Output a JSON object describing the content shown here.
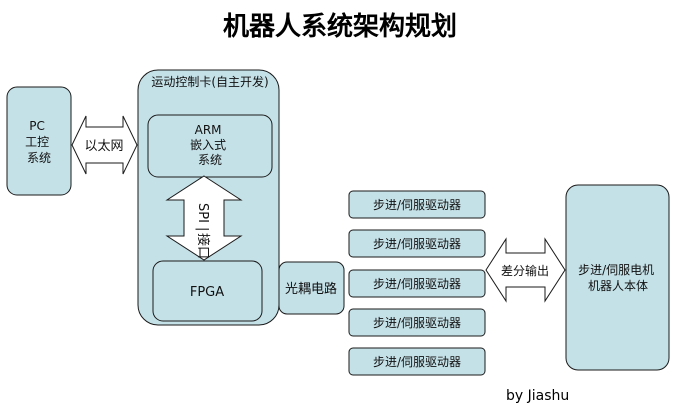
{
  "title": "机器人系统架构规划",
  "author": "by Jiashu",
  "colors": {
    "box_fill": "#c5e1e8",
    "stroke": "#1a1a1a",
    "text": "#111111"
  },
  "nodes": {
    "pc": [
      "PC",
      "工控",
      "系统"
    ],
    "control_card": "运动控制卡(自主开发)",
    "arm": [
      "ARM",
      "嵌入式",
      "系统"
    ],
    "fpga": "FPGA",
    "optocoupler": "光耦电路",
    "drivers": [
      "步进/伺服驱动器",
      "步进/伺服驱动器",
      "步进/伺服驱动器",
      "步进/伺服驱动器",
      "步进/伺服驱动器"
    ],
    "motor_body": [
      "步进/伺服电机",
      "机器人本体"
    ]
  },
  "links": {
    "ethernet": "以太网",
    "spi": [
      "SPI",
      "接口"
    ],
    "differential": "差分输出"
  }
}
